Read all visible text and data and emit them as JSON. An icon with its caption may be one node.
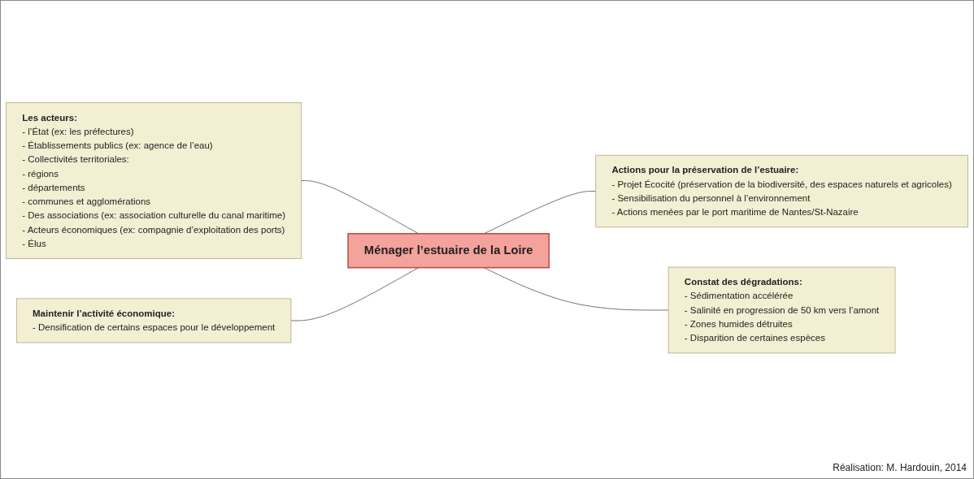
{
  "diagram": {
    "nodes": [
      {
        "text": [
          "Les acteurs:",
          "- l’État (ex: les préfectures)",
          "- Établissements publics (ex: agence de l’eau)",
          "- Collectivités territoriales:",
          "- régions",
          "- départements",
          "- communes et agglomérations",
          "- Des associations (ex: association culturelle du canal maritime)",
          "- Acteurs économiques (ex: compagnie d’exploitation des ports)",
          "- Élus"
        ]
      },
      {
        "text": [
          "Actions pour la préservation de l’estuaire:",
          "- Projet Écocité (préservation de la biodiversité, des espaces naturels et agricoles)",
          "- Sensibilisation du personnel à l’environnement",
          "- Actions menées par le port maritime de Nantes/St-Nazaire"
        ]
      },
      {
        "text": [
          "Ménager l’estuaire de la Loire"
        ]
      },
      {
        "text": [
          "Maintenir l’activité économique:",
          "- Densification de certains espaces pour le développement"
        ]
      },
      {
        "text": [
          "Constat des dégradations:",
          "- Sédimentation accélérée",
          "- Salinité en progression de 50 km vers l’amont",
          "- Zones humides détruites",
          "- Disparition de certaines espèces"
        ]
      }
    ],
    "edges": [
      {
        "from": 0,
        "to": 2,
        "arrow": "none"
      },
      {
        "from": 3,
        "to": 2,
        "arrow": "none"
      },
      {
        "from": 2,
        "to": 1,
        "arrow": "none"
      },
      {
        "from": 2,
        "to": 4,
        "arrow": "none"
      }
    ],
    "labels": [
      "Réalisation: M. Hardouin, 2014"
    ]
  }
}
